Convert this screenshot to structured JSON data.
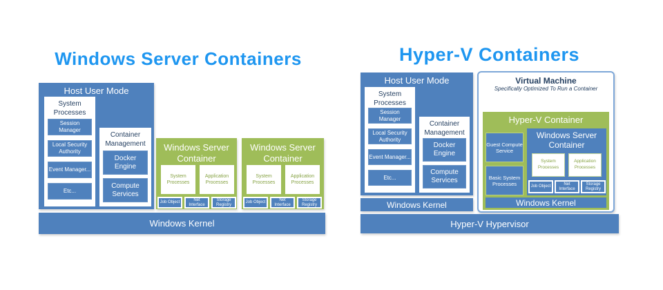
{
  "colors": {
    "box_blue": "#4f81bd",
    "box_green": "#9fbd59",
    "heading_blue": "#1e96f0",
    "title_navy": "#243f60",
    "white": "#ffffff"
  },
  "left": {
    "title": "Windows Server Containers",
    "host": {
      "title": "Host User Mode",
      "system_processes": {
        "title": "System Processes",
        "items": [
          "Session Manager",
          "Local Security Authority",
          "Event Manager...",
          "Etc..."
        ]
      },
      "container_management": {
        "title": "Container Management",
        "items": [
          "Docker Engine",
          "Compute Services"
        ]
      }
    },
    "containers": [
      {
        "title": "Windows Server Container",
        "processes": [
          "System Processes",
          "Application Processes"
        ],
        "primitives": [
          "Job Object",
          "Net Interface",
          "Storage Registry"
        ]
      },
      {
        "title": "Windows Server Container",
        "processes": [
          "System Processes",
          "Application Processes"
        ],
        "primitives": [
          "Job Object",
          "Net Interface",
          "Storage Registry"
        ]
      }
    ],
    "kernel": "Windows Kernel"
  },
  "right": {
    "title": "Hyper-V Containers",
    "host": {
      "title": "Host User Mode",
      "system_processes": {
        "title": "System Processes",
        "items": [
          "Session Manager",
          "Local Security Authority",
          "Event Manager...",
          "Etc..."
        ]
      },
      "container_management": {
        "title": "Container Management",
        "items": [
          "Docker Engine",
          "Compute Services"
        ]
      }
    },
    "kernel": "Windows Kernel",
    "vm": {
      "title": "Virtual Machine",
      "subtitle": "Specifically Optimized To Run a Container",
      "hyperv_container": {
        "title": "Hyper-V Container",
        "services": [
          "Guest Compute Service",
          "Basic System Processes"
        ],
        "wsc": {
          "title": "Windows Server Container",
          "processes": [
            "System Processes",
            "Application Processes"
          ],
          "primitives": [
            "Job Object",
            "Net Interface",
            "Storage Registry"
          ]
        },
        "kernel": "Windows Kernel"
      }
    },
    "hypervisor": "Hyper-V Hypervisor"
  }
}
